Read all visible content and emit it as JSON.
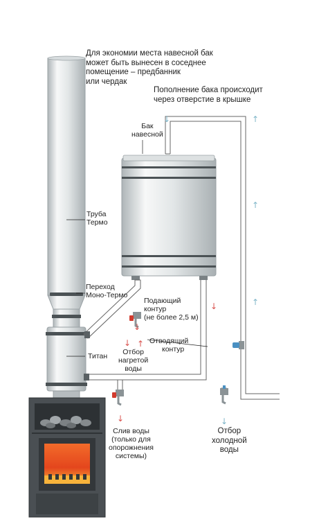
{
  "labels": {
    "top_note": [
      "Для экономии места навесной бак",
      "может быть вынесен в соседнее",
      "помещение – предбанник",
      "или чердак"
    ],
    "refill_note": [
      "Пополнение бака происходит",
      "через отверстие в крышке"
    ],
    "tank": [
      "Бак",
      "навесной"
    ],
    "pipe": [
      "Труба",
      "Термо"
    ],
    "transition": [
      "Переход",
      "Моно-Термо"
    ],
    "supply_circuit": [
      "Подающий",
      "контур",
      "(не более 2,5 м)"
    ],
    "hot_outlet": [
      "Отбор",
      "нагретой",
      "воды"
    ],
    "return_circuit": [
      "Отводящий",
      "контур"
    ],
    "titan": [
      "Титан"
    ],
    "drain": [
      "Слив воды",
      "(только для",
      "опорожнения",
      "системы)"
    ],
    "cold_outlet": [
      "Отбор",
      "холодной",
      "воды"
    ]
  },
  "colors": {
    "arrow_up": "#7fb6c9",
    "arrow_down": "#d9534f",
    "pipe_stroke": "#666666",
    "metal_light": "#f4f6f6",
    "metal_mid": "#c6ccce",
    "band": "#4b5255",
    "stove": "#4a4f53",
    "fire": "#e4461d",
    "fire_glow": "#f7b33b",
    "valve_red": "#d23b2e"
  }
}
